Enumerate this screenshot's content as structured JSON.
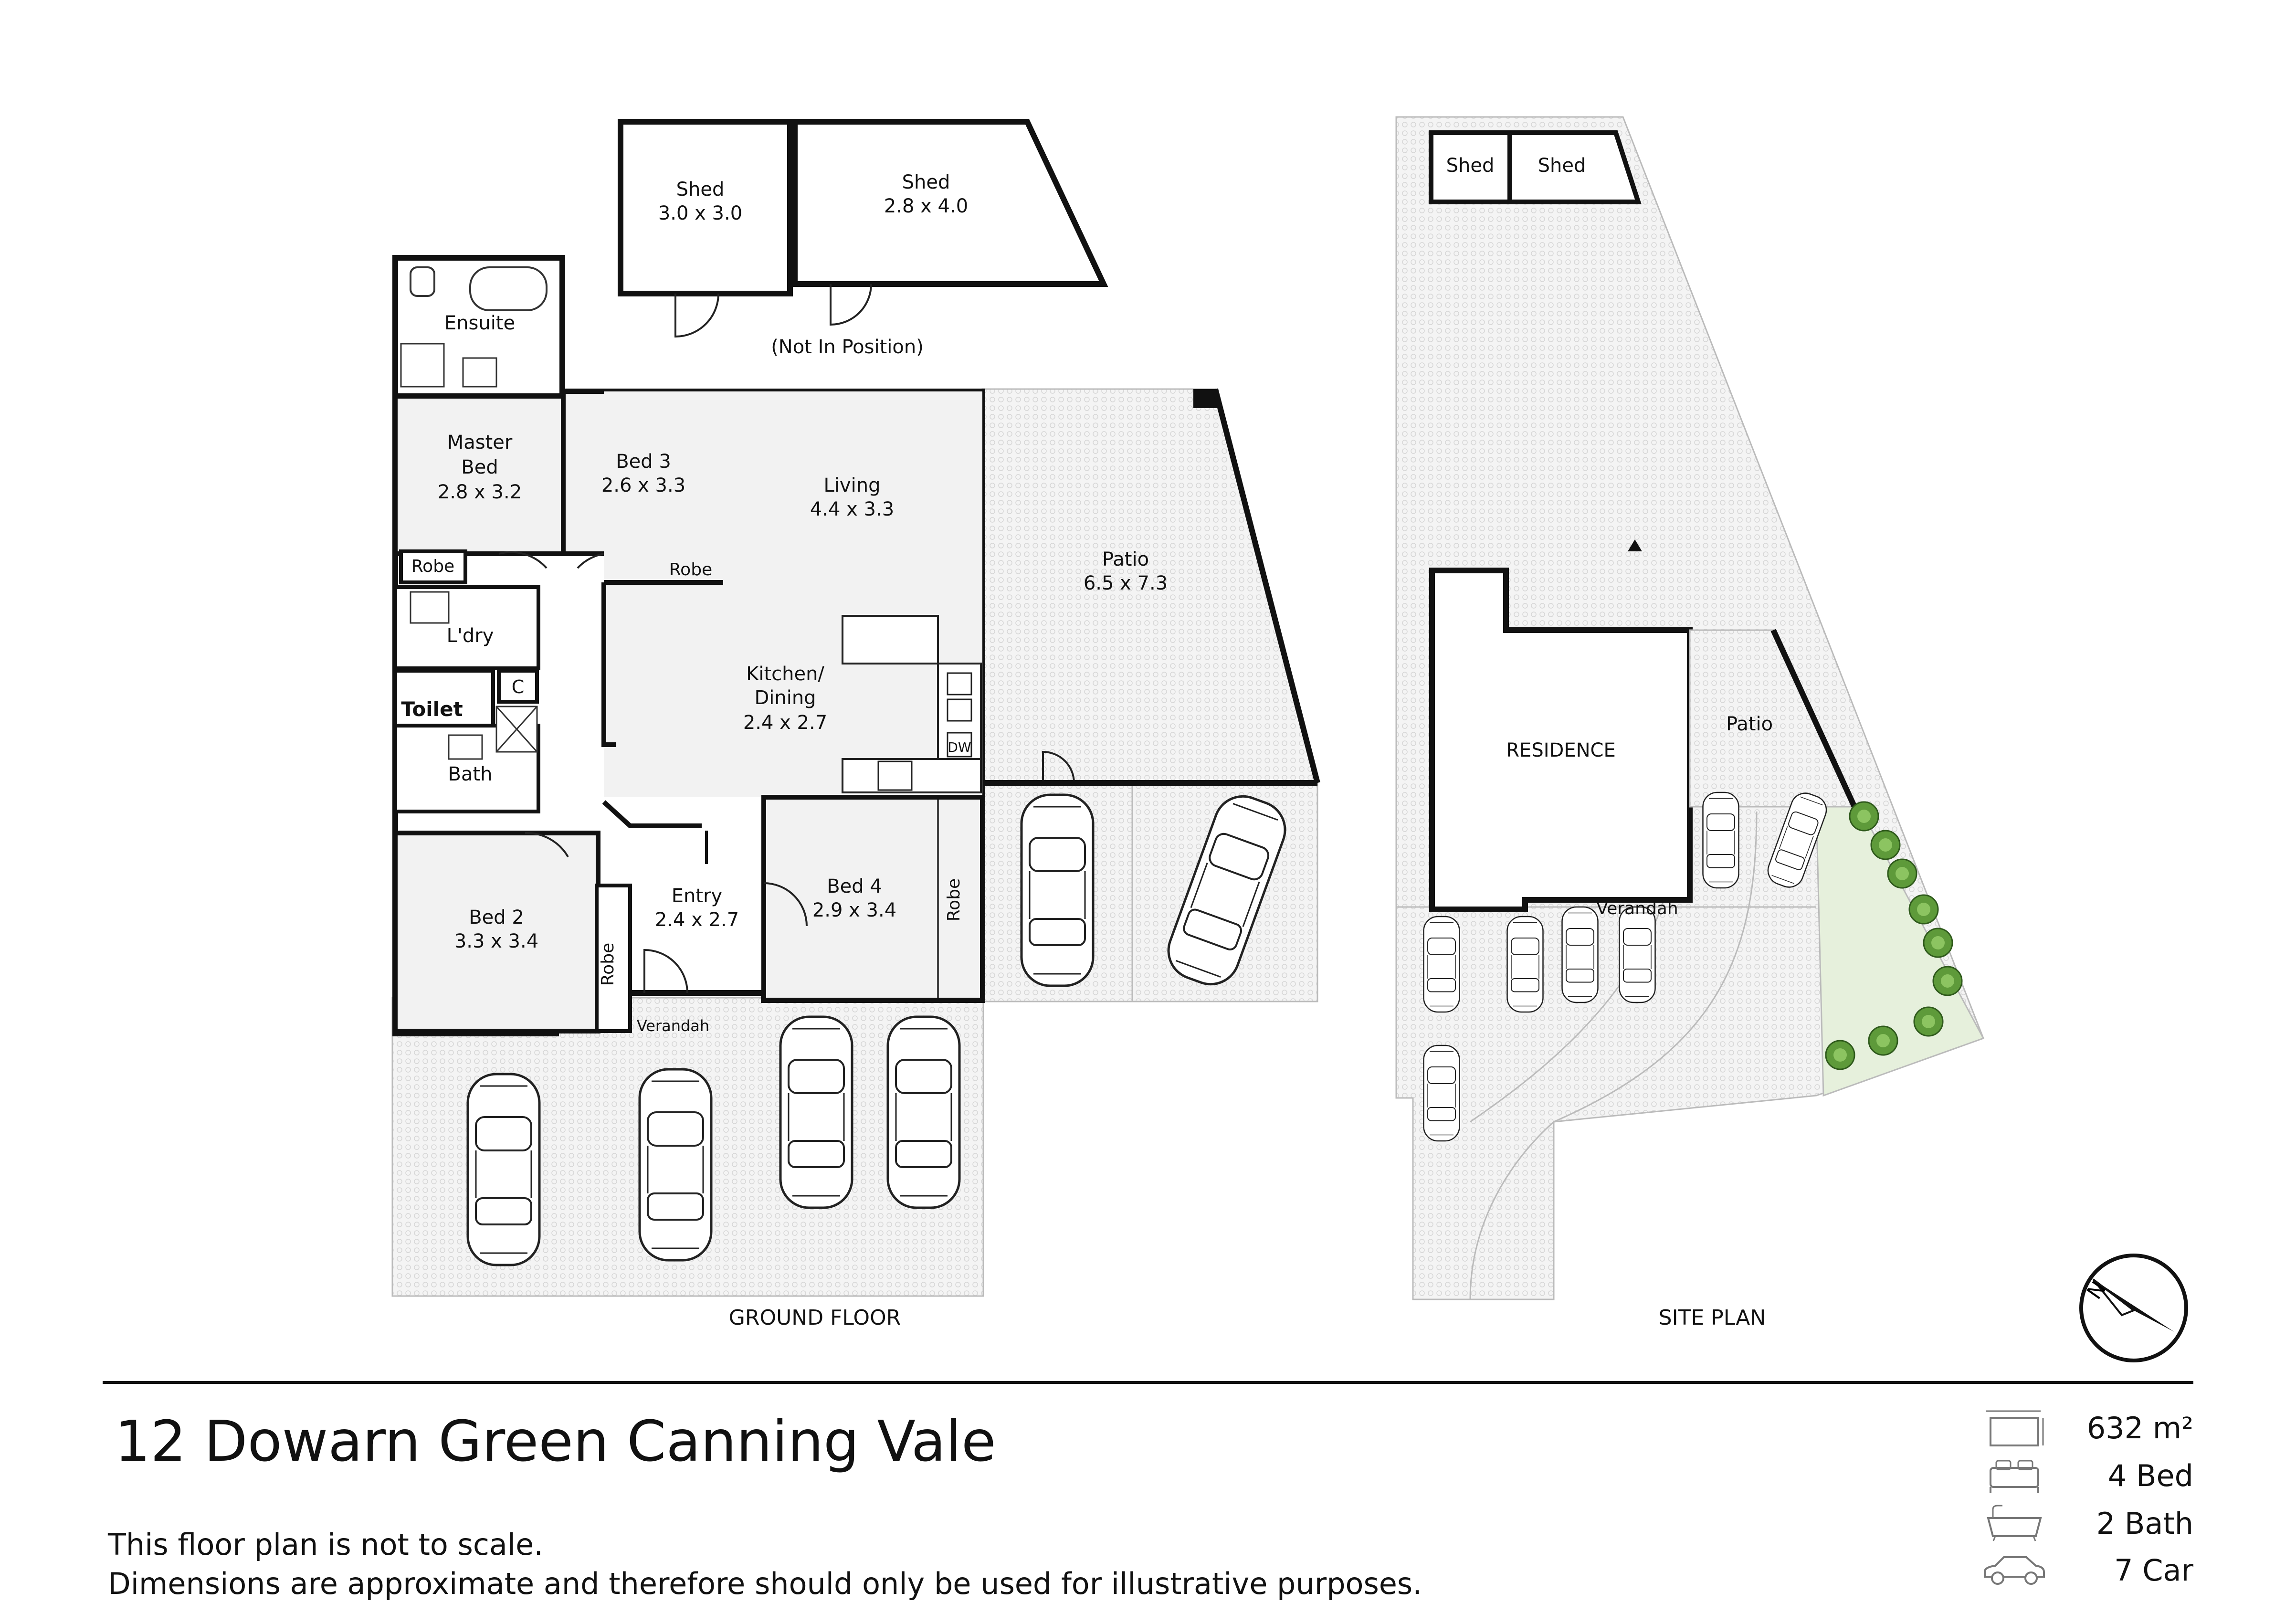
{
  "property": {
    "address": "12 Dowarn Green Canning Vale",
    "disclaimer_line1": "This floor plan is not to scale.",
    "disclaimer_line2": "Dimensions are approximate and therefore should only be used for illustrative purposes."
  },
  "stats": [
    {
      "icon": "land-area-icon",
      "text": "632 m²"
    },
    {
      "icon": "bed-icon",
      "text": "4 Bed"
    },
    {
      "icon": "bath-icon",
      "text": "2 Bath"
    },
    {
      "icon": "car-icon",
      "text": "7 Car"
    }
  ],
  "ground_floor": {
    "caption": "GROUND FLOOR",
    "sheds_note": "(Not In Position)",
    "rooms": {
      "shed1": {
        "name": "Shed",
        "size": "3.0 x 3.0"
      },
      "shed2": {
        "name": "Shed",
        "size": "2.8 x 4.0"
      },
      "ensuite": {
        "name": "Ensuite"
      },
      "master": {
        "name1": "Master",
        "name2": "Bed",
        "size": "2.8 x 3.2"
      },
      "bed3": {
        "name": "Bed 3",
        "size": "2.6 x 3.3"
      },
      "living": {
        "name": "Living",
        "size": "4.4 x 3.3"
      },
      "patio": {
        "name": "Patio",
        "size": "6.5 x 7.3"
      },
      "robe_master": "Robe",
      "robe_bed3": "Robe",
      "laundry": "L'dry",
      "kitchen": {
        "name1": "Kitchen/",
        "name2": "Dining",
        "size": "2.4 x 2.7"
      },
      "dishwasher": "DW",
      "cupboard": "C",
      "toilet": "Toilet",
      "bath": "Bath",
      "bed2": {
        "name": "Bed 2",
        "size": "3.3 x 3.4"
      },
      "robe_bed2": "Robe",
      "entry": {
        "name": "Entry",
        "size": "2.4 x 2.7"
      },
      "bed4": {
        "name": "Bed 4",
        "size": "2.9 x 3.4"
      },
      "robe_bed4": "Robe",
      "verandah": "Verandah"
    }
  },
  "site_plan": {
    "caption": "SITE PLAN",
    "shed1": "Shed",
    "shed2": "Shed",
    "residence": "RESIDENCE",
    "patio": "Patio",
    "verandah": "Verandah"
  },
  "colors": {
    "wall": "#111111",
    "paving": "#f3f3f3",
    "room_fill": "#f2f2f2",
    "garden": "#e6f0dc",
    "tree": "#5e9a3a"
  }
}
